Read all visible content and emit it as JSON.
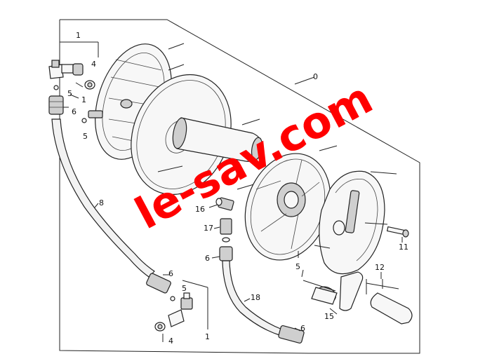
{
  "labels": {
    "l0": "0",
    "l1a": "1",
    "l1b": "1",
    "l1c": "1",
    "l4a": "4",
    "l4b": "4",
    "l5a": "5",
    "l5b": "5",
    "l5c": "5",
    "l5d": "5",
    "l6a": "6",
    "l6b": "6",
    "l6c": "6",
    "l6d": "6",
    "l8": "8",
    "l11": "11",
    "l12": "12",
    "l15": "15",
    "l16": "16",
    "l17": "17",
    "l18": "18"
  },
  "watermark": "le-sav.com",
  "colors": {
    "watermark": "#ff0000",
    "line": "#222222"
  }
}
